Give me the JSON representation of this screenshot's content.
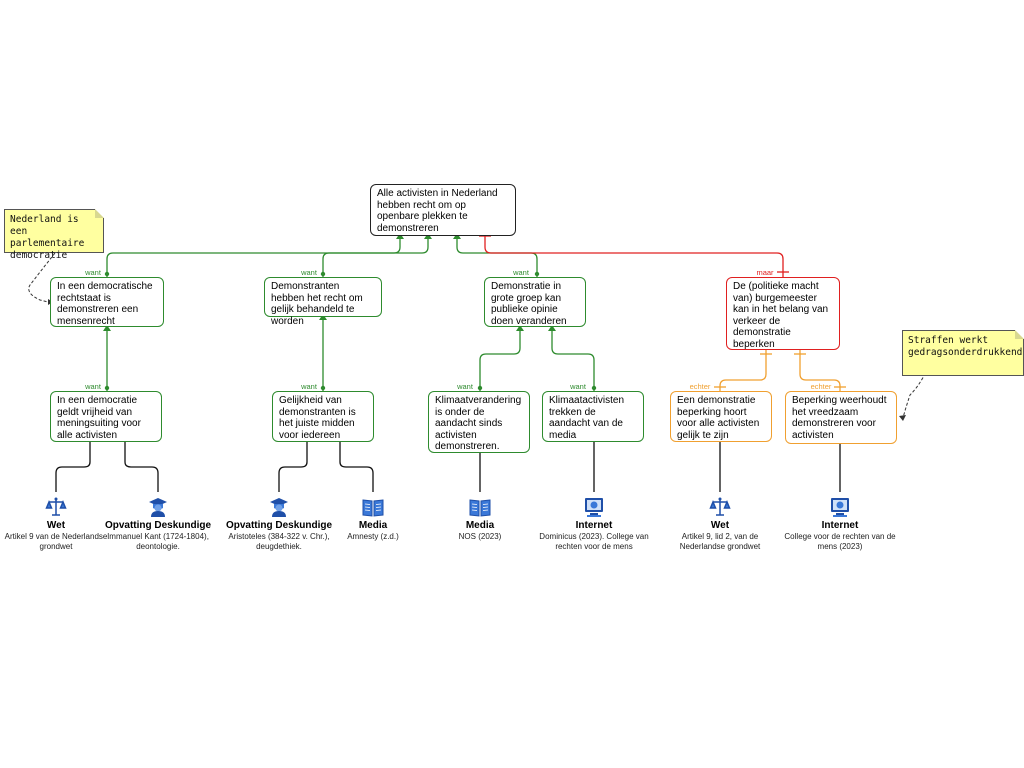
{
  "claim": "Alle activisten in Nederland hebben recht om op openbare plekken te demonstreren",
  "notes": {
    "left": "Nederland is een parlementaire democratie",
    "right": "Straffen werkt gedragsonderdrukkend"
  },
  "connector_labels": {
    "want": "want",
    "maar": "maar",
    "echter": "echter"
  },
  "reasons": [
    {
      "text": "In een democratische rechtstaat is demonstreren een mensenrecht",
      "sub": "In een democratie geldt vrijheid van meningsuiting voor alle activisten"
    },
    {
      "text": "Demonstranten hebben het recht om gelijk behandeld te worden",
      "sub": "Gelijkheid van demonstranten is het juiste midden voor iedereen"
    },
    {
      "text": "Demonstratie in grote groep kan publieke opinie doen veranderen",
      "subs": [
        "Klimaatverandering is onder de aandacht sinds activisten demonstreren.",
        "Klimaatactivisten trekken de aandacht van de media"
      ]
    }
  ],
  "objection": {
    "text": "De (politieke macht van) burgemeester kan in het belang van verkeer de demonstratie beperken",
    "rebuttals": [
      "Een demonstratie beperking hoort voor alle activisten gelijk te zijn",
      "Beperking weerhoudt het vreedzaam demonstreren voor activisten"
    ]
  },
  "sources": [
    {
      "icon": "scales-icon",
      "type": "Wet",
      "desc": "Artikel 9 van de Nederlandse grondwet"
    },
    {
      "icon": "graduate-icon",
      "type": "Opvatting Deskundige",
      "desc": "Immanuel Kant (1724-1804), deontologie."
    },
    {
      "icon": "graduate-icon",
      "type": "Opvatting Deskundige",
      "desc": "Aristoteles (384-322 v. Chr.), deugdethiek."
    },
    {
      "icon": "book-icon",
      "type": "Media",
      "desc": "Amnesty (z.d.)"
    },
    {
      "icon": "book-icon",
      "type": "Media",
      "desc": "NOS (2023)"
    },
    {
      "icon": "monitor-icon",
      "type": "Internet",
      "desc": "Dominicus (2023). College van rechten voor de mens"
    },
    {
      "icon": "scales-icon",
      "type": "Wet",
      "desc": "Artikel 9, lid 2, van de Nederlandse grondwet"
    },
    {
      "icon": "monitor-icon",
      "type": "Internet",
      "desc": "College voor de rechten van de mens (2023)"
    }
  ],
  "colors": {
    "support": "#2e8b2e",
    "objection": "#e02020",
    "rebuttal": "#f0a030",
    "note": "#ffffa0"
  }
}
